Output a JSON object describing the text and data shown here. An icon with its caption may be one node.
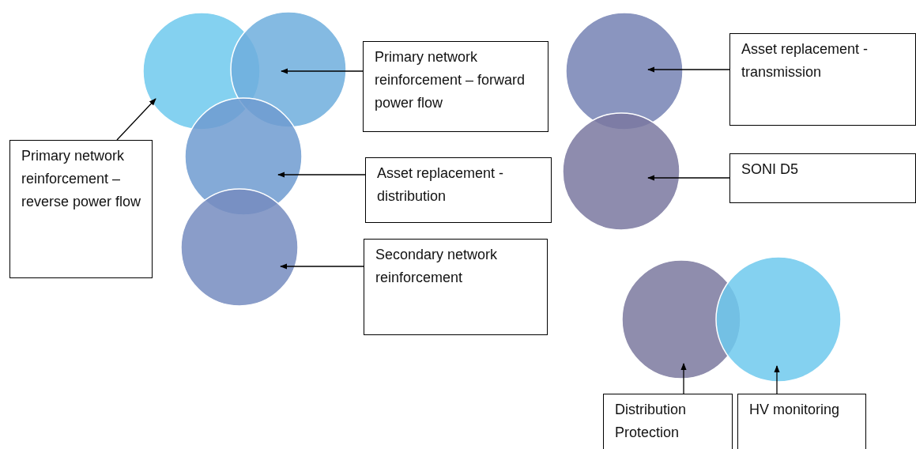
{
  "diagram": {
    "nodes": [
      {
        "text": [],
        "shape": "circle"
      },
      {
        "text": [],
        "shape": "circle"
      },
      {
        "text": [],
        "shape": "circle"
      },
      {
        "text": [],
        "shape": "circle"
      },
      {
        "text": [],
        "shape": "circle"
      },
      {
        "text": [],
        "shape": "circle"
      },
      {
        "text": [],
        "shape": "circle"
      },
      {
        "text": [],
        "shape": "circle"
      },
      {
        "text": [
          "Primary network reinforcement – reverse power flow"
        ]
      },
      {
        "text": [
          "Primary network reinforcement – forward power flow"
        ]
      },
      {
        "text": [
          "Asset replacement - distribution"
        ]
      },
      {
        "text": [
          "Secondary network reinforcement"
        ]
      },
      {
        "text": [
          "Asset replacement - transmission"
        ]
      },
      {
        "text": [
          "SONI D5"
        ]
      },
      {
        "text": [
          "Distribution Protection"
        ]
      },
      {
        "text": [
          "HV monitoring"
        ]
      }
    ],
    "edges": [
      {
        "from": 8,
        "to": 0,
        "arrow": "to"
      },
      {
        "from": 9,
        "to": 1,
        "arrow": "to"
      },
      {
        "from": 10,
        "to": 2,
        "arrow": "to"
      },
      {
        "from": 11,
        "to": 3,
        "arrow": "to"
      },
      {
        "from": 12,
        "to": 4,
        "arrow": "to"
      },
      {
        "from": 13,
        "to": 5,
        "arrow": "to"
      },
      {
        "from": 14,
        "to": 6,
        "arrow": "to"
      },
      {
        "from": 15,
        "to": 7,
        "arrow": "to"
      }
    ]
  }
}
